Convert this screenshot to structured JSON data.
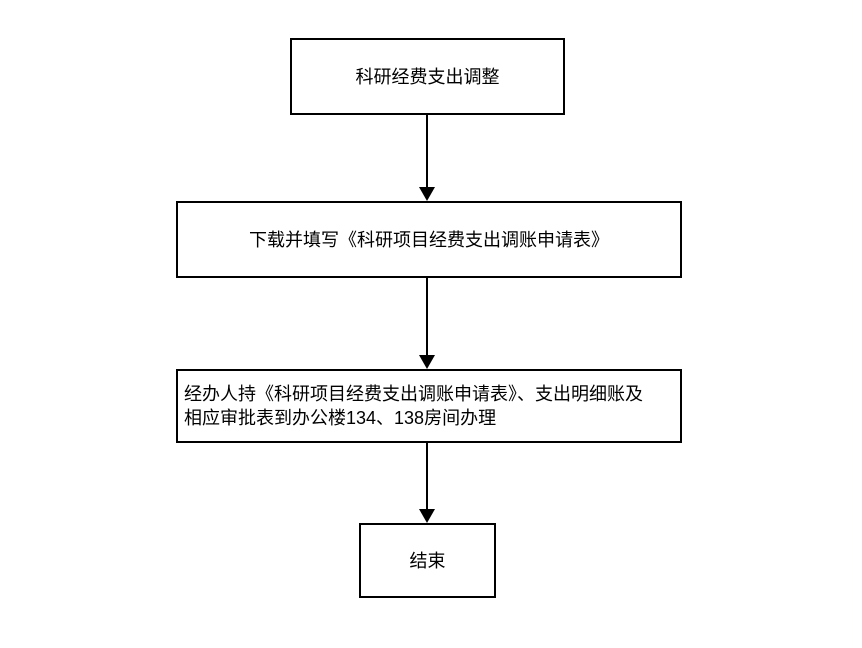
{
  "flowchart": {
    "type": "vertical-flowchart",
    "colors": {
      "background": "#ffffff",
      "node_fill": "#ffffff",
      "node_border": "#000000",
      "text": "#000000",
      "arrow": "#000000"
    },
    "nodes": {
      "start": {
        "label": "科研经费支出调整",
        "align": "center"
      },
      "step1": {
        "label": "下载并填写《科研项目经费支出调账申请表》",
        "align": "center"
      },
      "step2": {
        "label": "经办人持《科研项目经费支出调账申请表》、支出明细账及\n相应审批表到办公楼134、138房间办理",
        "align": "left"
      },
      "end": {
        "label": "结束",
        "align": "center"
      }
    },
    "edges": [
      {
        "from": "start",
        "to": "step1",
        "style": "straight-down-arrow"
      },
      {
        "from": "step1",
        "to": "step2",
        "style": "straight-down-arrow"
      },
      {
        "from": "step2",
        "to": "end",
        "style": "straight-down-arrow"
      }
    ]
  }
}
